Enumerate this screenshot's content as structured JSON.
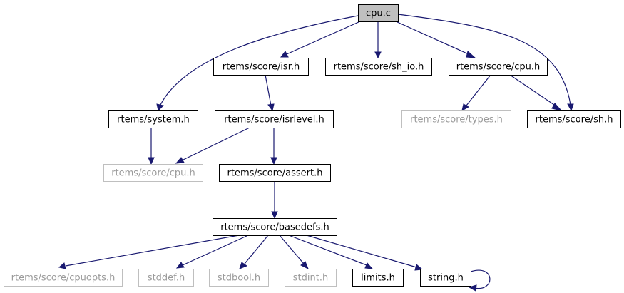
{
  "colors": {
    "edge": "#191970",
    "root_fill": "#bfbfbf",
    "node_fill": "#ffffff",
    "node_border": "#000000",
    "missing_border": "#bfbfbf",
    "missing_text": "#9a9a9a",
    "text": "#000000"
  },
  "graph": {
    "nodes": [
      {
        "id": "cpu_c",
        "label": "cpu.c",
        "style": "root"
      },
      {
        "id": "isr_h",
        "label": "rtems/score/isr.h",
        "style": "normal"
      },
      {
        "id": "sh_io_h",
        "label": "rtems/score/sh_io.h",
        "style": "normal"
      },
      {
        "id": "score_cpu_h",
        "label": "rtems/score/cpu.h",
        "style": "normal"
      },
      {
        "id": "system_h",
        "label": "rtems/system.h",
        "style": "normal"
      },
      {
        "id": "isrlevel_h",
        "label": "rtems/score/isrlevel.h",
        "style": "normal"
      },
      {
        "id": "types_h",
        "label": "rtems/score/types.h",
        "style": "missing"
      },
      {
        "id": "sh_h",
        "label": "rtems/score/sh.h",
        "style": "normal"
      },
      {
        "id": "score_cpu_h_2",
        "label": "rtems/score/cpu.h",
        "style": "missing"
      },
      {
        "id": "assert_h",
        "label": "rtems/score/assert.h",
        "style": "normal"
      },
      {
        "id": "basedefs_h",
        "label": "rtems/score/basedefs.h",
        "style": "normal"
      },
      {
        "id": "cpuopts_h",
        "label": "rtems/score/cpuopts.h",
        "style": "missing"
      },
      {
        "id": "stddef_h",
        "label": "stddef.h",
        "style": "missing"
      },
      {
        "id": "stdbool_h",
        "label": "stdbool.h",
        "style": "missing"
      },
      {
        "id": "stdint_h",
        "label": "stdint.h",
        "style": "missing"
      },
      {
        "id": "limits_h",
        "label": "limits.h",
        "style": "normal"
      },
      {
        "id": "string_h",
        "label": "string.h",
        "style": "normal"
      }
    ],
    "edges": [
      {
        "from": "cpu_c",
        "to": "system_h"
      },
      {
        "from": "cpu_c",
        "to": "isr_h"
      },
      {
        "from": "cpu_c",
        "to": "sh_io_h"
      },
      {
        "from": "cpu_c",
        "to": "score_cpu_h"
      },
      {
        "from": "cpu_c",
        "to": "sh_h"
      },
      {
        "from": "system_h",
        "to": "score_cpu_h_2"
      },
      {
        "from": "isr_h",
        "to": "isrlevel_h"
      },
      {
        "from": "isrlevel_h",
        "to": "score_cpu_h_2"
      },
      {
        "from": "isrlevel_h",
        "to": "assert_h"
      },
      {
        "from": "score_cpu_h",
        "to": "types_h"
      },
      {
        "from": "score_cpu_h",
        "to": "sh_h"
      },
      {
        "from": "assert_h",
        "to": "basedefs_h"
      },
      {
        "from": "basedefs_h",
        "to": "cpuopts_h"
      },
      {
        "from": "basedefs_h",
        "to": "stddef_h"
      },
      {
        "from": "basedefs_h",
        "to": "stdbool_h"
      },
      {
        "from": "basedefs_h",
        "to": "stdint_h"
      },
      {
        "from": "basedefs_h",
        "to": "limits_h"
      },
      {
        "from": "basedefs_h",
        "to": "string_h"
      },
      {
        "from": "string_h",
        "to": "string_h"
      }
    ]
  }
}
